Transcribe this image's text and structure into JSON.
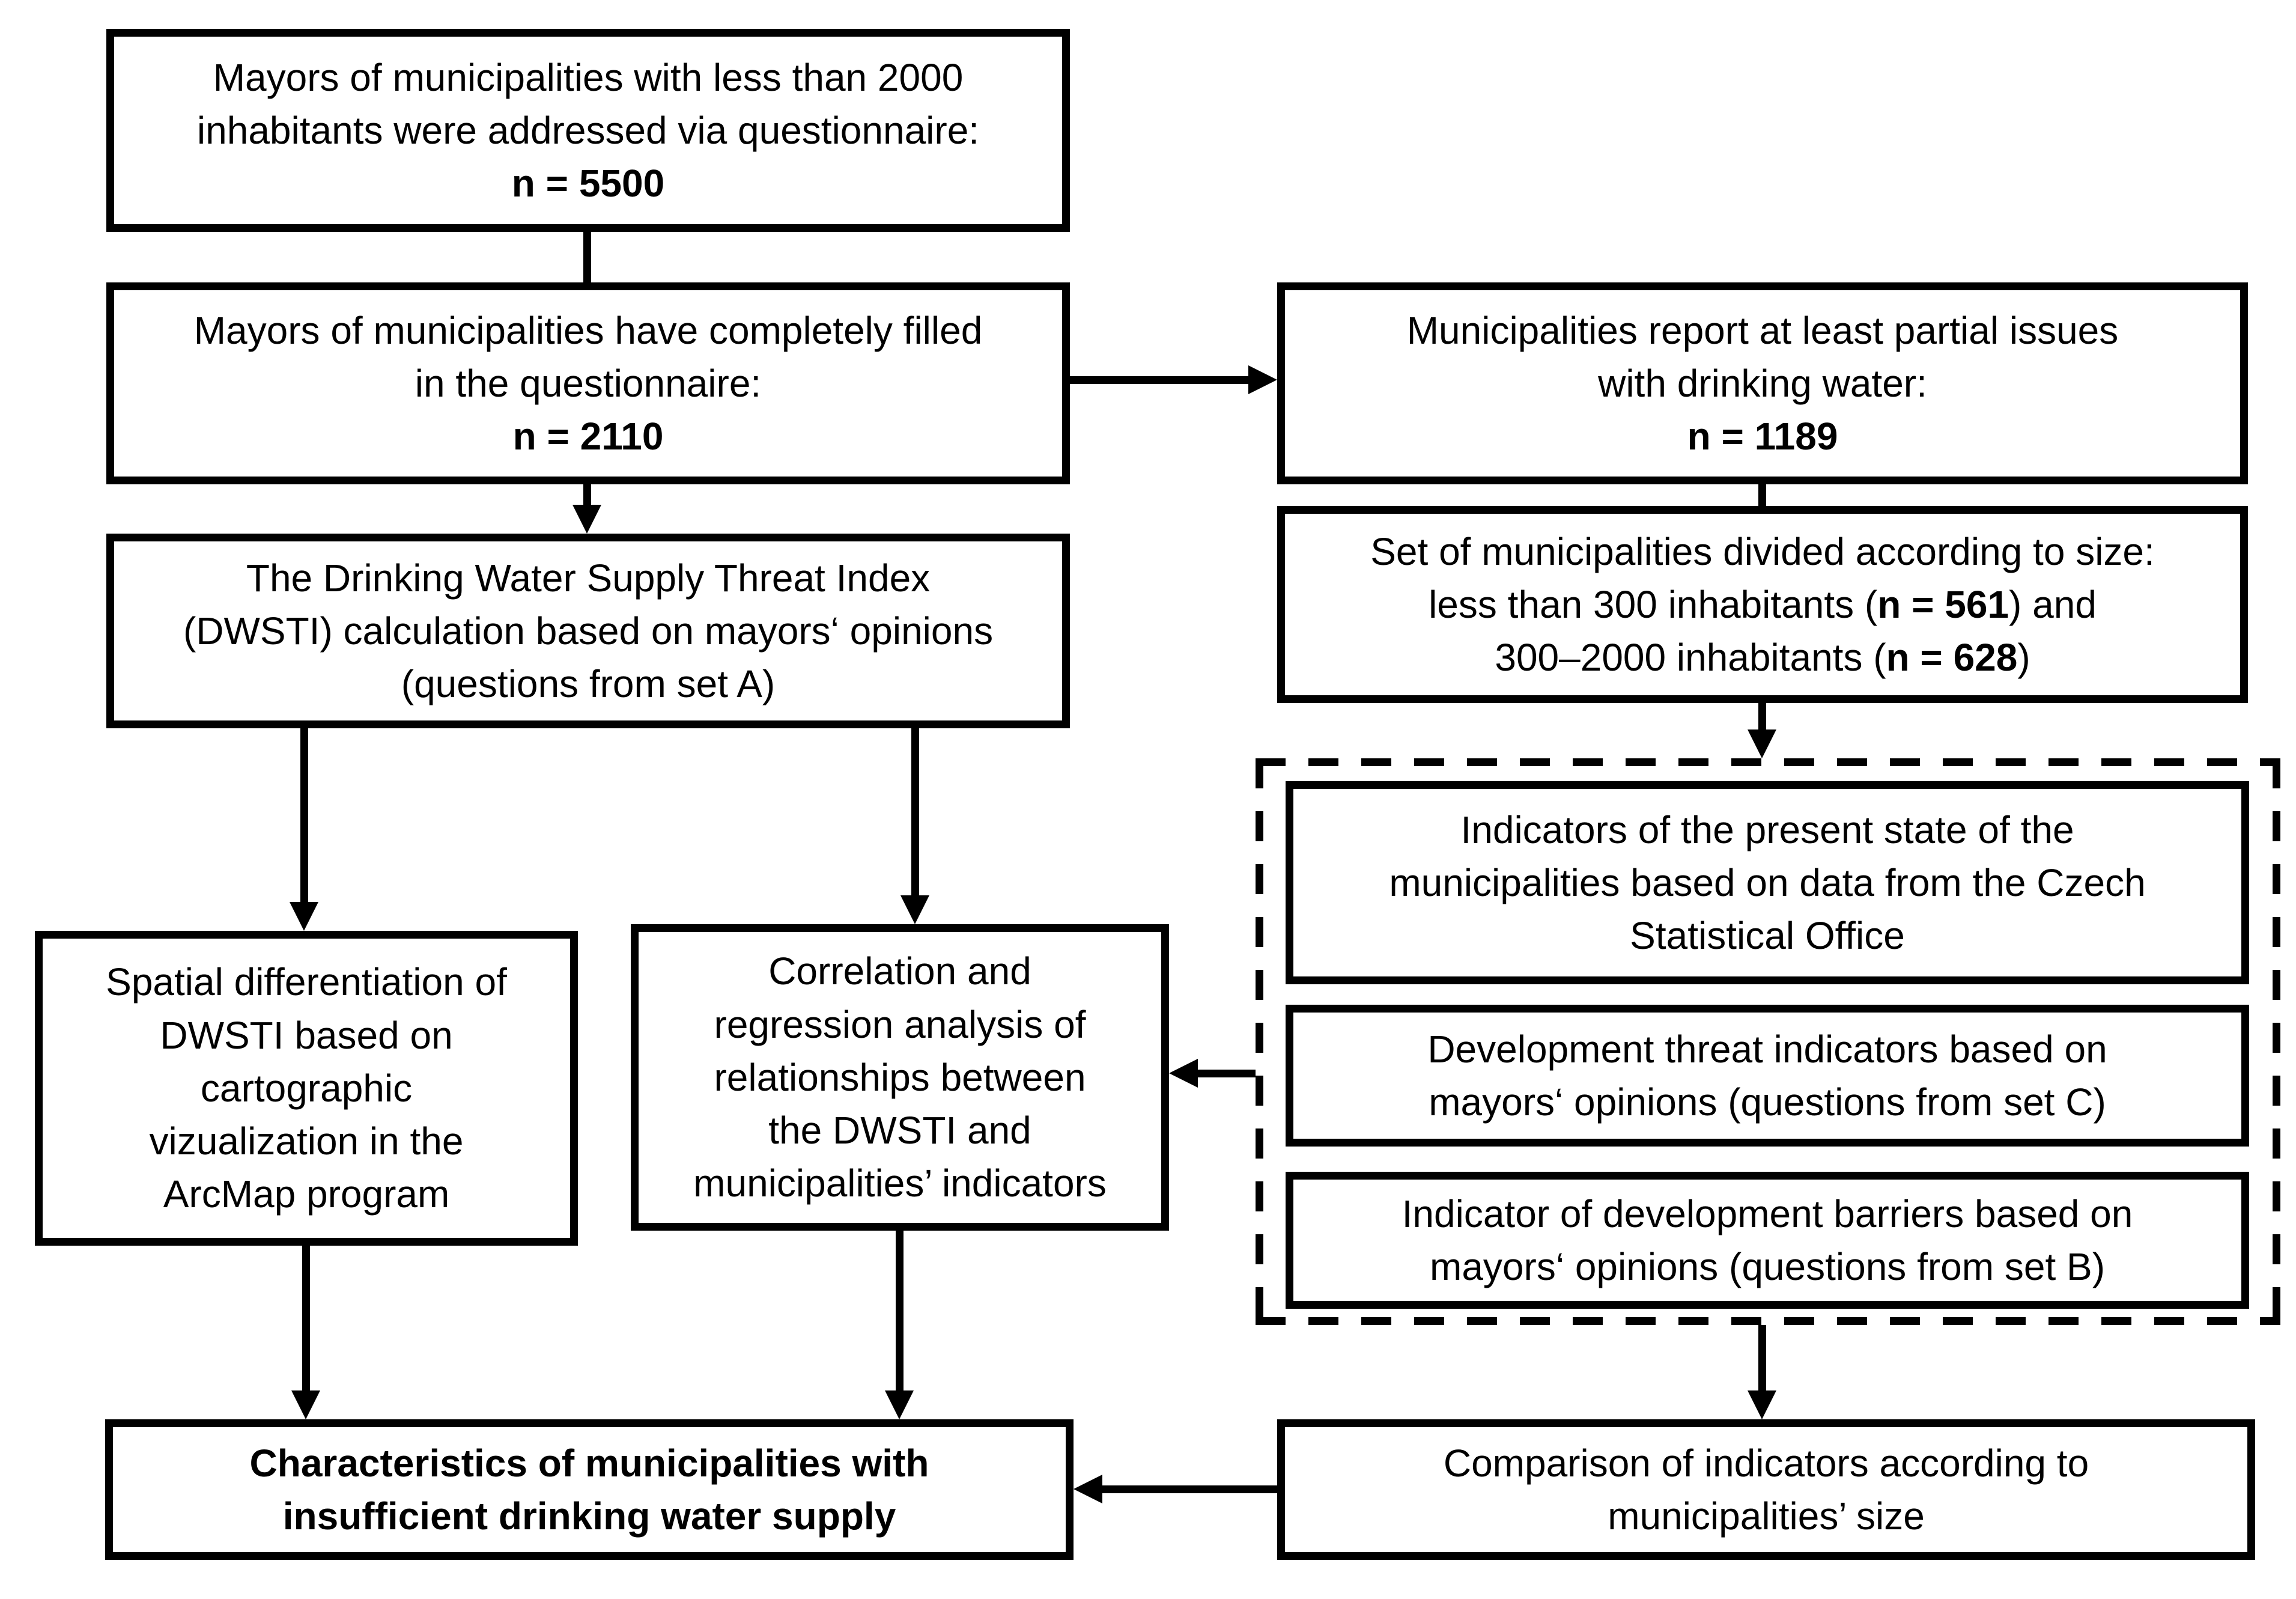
{
  "meta": {
    "description": "Flowchart of questionnaire study on drinking water supply in small municipalities",
    "colors": {
      "ink": "#000000",
      "paper": "#ffffff"
    }
  },
  "boxes": {
    "addressed": {
      "segments": [
        {
          "text": "Mayors of municipalities with less than 2000\ninhabitants were addressed via questionnaire:\n",
          "bold": false
        },
        {
          "text": "n = 5500",
          "bold": true
        }
      ]
    },
    "completed": {
      "segments": [
        {
          "text": "Mayors of municipalities have completely filled\nin the questionnaire:\n",
          "bold": false
        },
        {
          "text": "n = 2110",
          "bold": true
        }
      ]
    },
    "issues": {
      "segments": [
        {
          "text": "Municipalities report at least partial issues\nwith drinking water:\n",
          "bold": false
        },
        {
          "text": "n = 1189",
          "bold": true
        }
      ]
    },
    "dwsti": {
      "segments": [
        {
          "text": "The Drinking Water Supply Threat Index\n(DWSTI) calculation based on mayors‘ opinions\n(questions from set A)",
          "bold": false
        }
      ]
    },
    "divided": {
      "segments": [
        {
          "text": "Set of municipalities divided according to size:\nless than 300 inhabitants (",
          "bold": false
        },
        {
          "text": "n = 561",
          "bold": true
        },
        {
          "text": ") and\n300–2000 inhabitants (",
          "bold": false
        },
        {
          "text": "n = 628",
          "bold": true
        },
        {
          "text": ")",
          "bold": false
        }
      ]
    },
    "present_state": {
      "segments": [
        {
          "text": "Indicators of the present state of the\nmunicipalities based on data from the Czech\nStatistical Office",
          "bold": false
        }
      ]
    },
    "threat_indicators": {
      "segments": [
        {
          "text": "Development threat indicators based on\nmayors‘ opinions (questions from set C)",
          "bold": false
        }
      ]
    },
    "barriers": {
      "segments": [
        {
          "text": "Indicator of development barriers based on\nmayors‘ opinions (questions from set B)",
          "bold": false
        }
      ]
    },
    "spatial": {
      "segments": [
        {
          "text": "Spatial differentiation of\nDWSTI based on\ncartographic\nvizualization in the\nArcMap program",
          "bold": false
        }
      ]
    },
    "correlation": {
      "segments": [
        {
          "text": "Correlation and\nregression analysis of\nrelationships between\nthe DWSTI and\nmunicipalities’ indicators",
          "bold": false
        }
      ]
    },
    "characteristics": {
      "segments": [
        {
          "text": "Characteristics of municipalities with\ninsufficient drinking water supply",
          "bold": true
        }
      ]
    },
    "comparison": {
      "segments": [
        {
          "text": "Comparison of indicators according to\nmunicipalities’ size",
          "bold": false
        }
      ]
    }
  }
}
